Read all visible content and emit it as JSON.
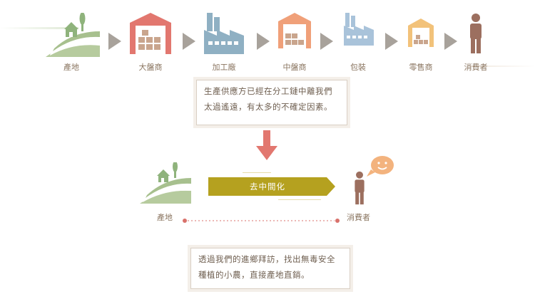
{
  "chain": {
    "items": [
      {
        "label": "產地",
        "icon": "farm-icon"
      },
      {
        "label": "大盤商",
        "icon": "warehouse-icon"
      },
      {
        "label": "加工廠",
        "icon": "factory-icon"
      },
      {
        "label": "中盤商",
        "icon": "warehouse-icon"
      },
      {
        "label": "包裝",
        "icon": "factory-icon"
      },
      {
        "label": "零售商",
        "icon": "warehouse-icon"
      },
      {
        "label": "消費者",
        "icon": "person-icon"
      }
    ]
  },
  "problem": {
    "line1": "生產供應方已經在分工鏈中離我們",
    "line2": "太過遙遠，有太多的不確定因素。"
  },
  "solution": {
    "band_label": "去中間化",
    "origin_label": "產地",
    "consumer_label": "消費者"
  },
  "approach": {
    "line1": "透過我們的進鄉拜訪，找出無毒安全",
    "line2": "種植的小農，直接產地直銷。"
  },
  "colors": {
    "farm_green": "#9cb58a",
    "warehouse_red": "#e2776f",
    "factory_blue": "#8fb0c3",
    "warehouse_orange": "#f0a079",
    "factory_lightblue": "#a9c3da",
    "warehouse_yellow": "#f2c27a",
    "person_brown": "#9c6f5f",
    "gray_arrow": "#a8a29b",
    "red_arrow": "#e2776f",
    "band_olive": "#b5a11f",
    "dotted_red": "#d9716b",
    "bubble_orange": "#f3b37e"
  }
}
